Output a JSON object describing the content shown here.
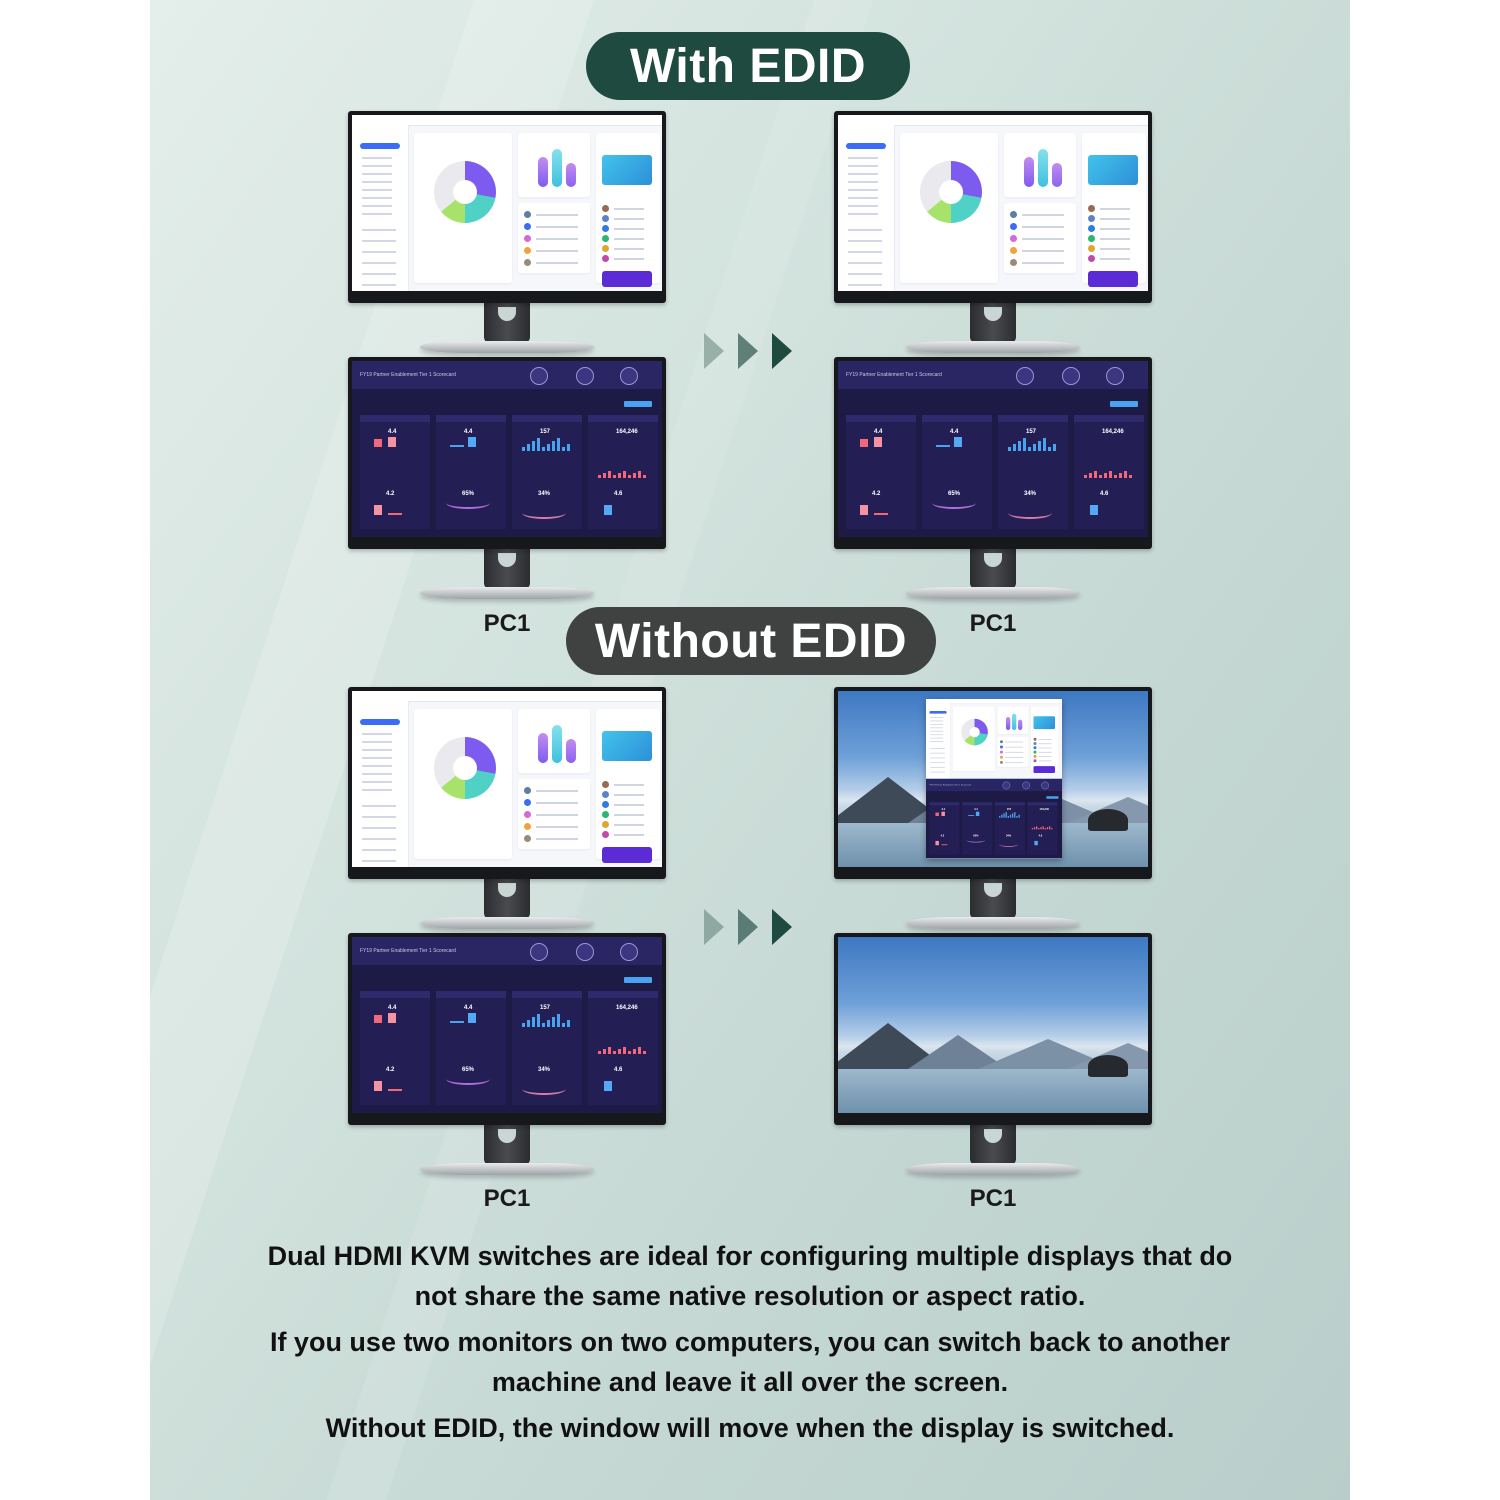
{
  "headings": {
    "with_edid": "With EDID",
    "without_edid": "Without EDID"
  },
  "labels": {
    "pc_left_top": "PC1",
    "pc_right_top": "PC1",
    "pc_left_bottom": "PC1",
    "pc_right_bottom": "PC1"
  },
  "dashboard": {
    "dark_title": "FY19 Partner Enablement Tier 1 Scorecard",
    "metric_a": "4.4",
    "metric_b": "4.4",
    "metric_c": "157",
    "metric_d": "65%",
    "metric_e": "164,246",
    "metric_f": "4.2",
    "metric_g": "34%",
    "metric_h": "4.6"
  },
  "caption": {
    "line1": "Dual HDMI KVM switches are ideal for configuring multiple displays that do",
    "line2": "not share the same native resolution or aspect ratio.",
    "line3": "If you use two monitors on two computers, you can switch back to another",
    "line4": "machine and leave it all over the screen.",
    "line5": "Without EDID, the window will move when the display is switched."
  },
  "colors": {
    "with_pill": "#1f4a3f",
    "without_pill": "#404241",
    "arrow": "#1f4a3f"
  },
  "icons": [
    "chevron-right-icon"
  ]
}
